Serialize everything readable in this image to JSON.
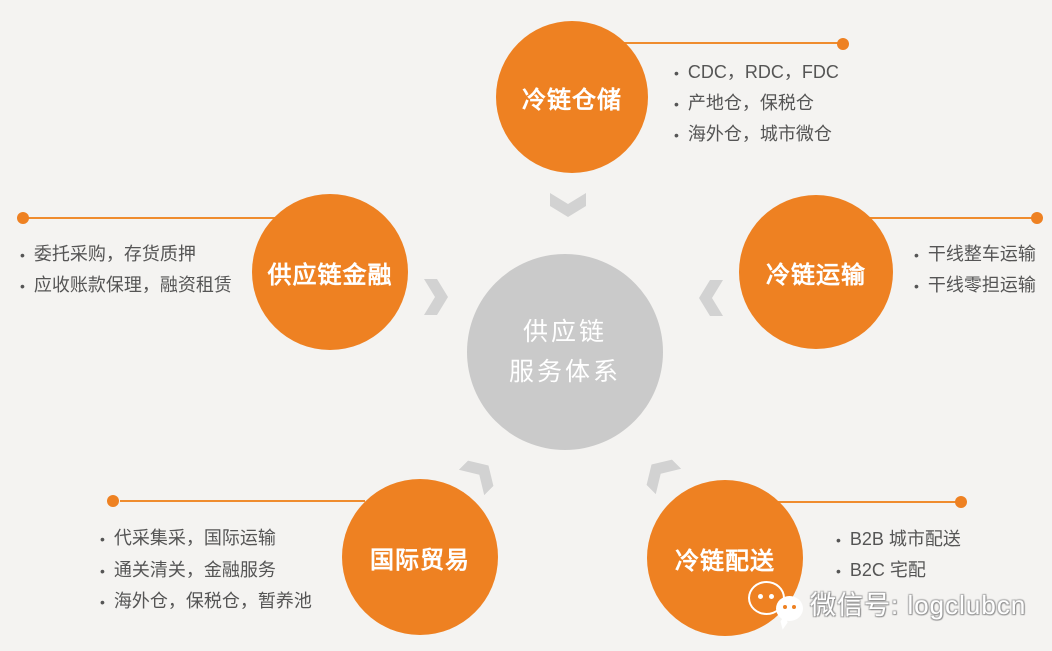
{
  "colors": {
    "orange": "#EE8122",
    "connector": "#EF8C2E",
    "gray_circle": "#CACACA",
    "chevron": "#D2D2D2",
    "bullet_text": "#555555",
    "background": "#F4F3F1"
  },
  "center": {
    "line1": "供应链",
    "line2": "服务体系"
  },
  "nodes": [
    {
      "label": "冷链仓储",
      "bullets": [
        "CDC，RDC，FDC",
        "产地仓，保税仓",
        "海外仓，城市微仓"
      ]
    },
    {
      "label": "冷链运输",
      "bullets": [
        "干线整车运输",
        "干线零担运输"
      ]
    },
    {
      "label": "冷链配送",
      "bullets": [
        "B2B 城市配送",
        "B2C 宅配"
      ]
    },
    {
      "label": "国际贸易",
      "bullets": [
        "代采集采，国际运输",
        "通关清关，金融服务",
        "海外仓，保税仓，暂养池"
      ]
    },
    {
      "label": "供应链金融",
      "bullets": [
        "委托采购，存货质押",
        "应收账款保理，融资租赁"
      ]
    }
  ],
  "icons": {
    "watermark": "wechat-icon",
    "connector_arrow": "chevron-toward-center-icon"
  },
  "watermark": {
    "label": "微信号: logclubcn"
  }
}
